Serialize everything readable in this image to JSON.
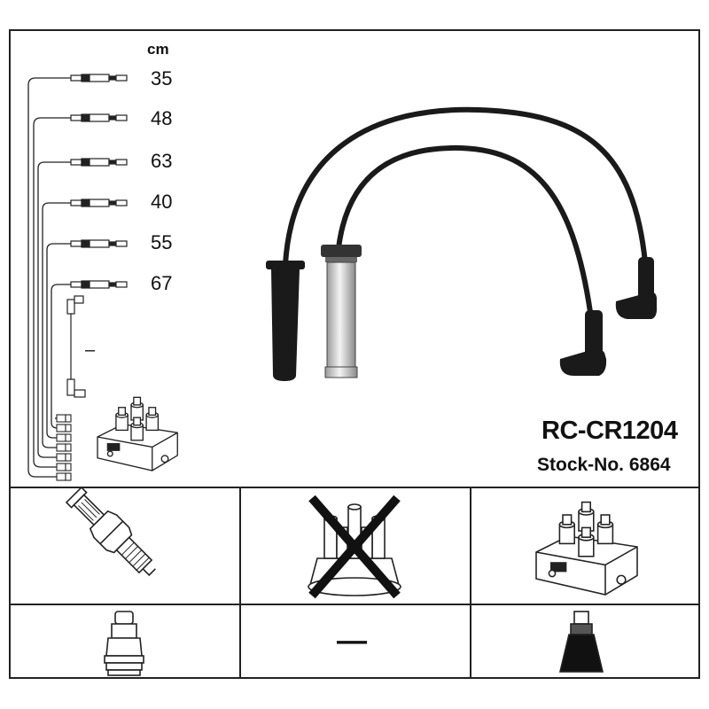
{
  "header": {
    "unit": "cm",
    "part_number": "RC-CR1204",
    "stock_number": "Stock-No. 6864"
  },
  "cables": [
    {
      "length": "35"
    },
    {
      "length": "48"
    },
    {
      "length": "63"
    },
    {
      "length": "40"
    },
    {
      "length": "55"
    },
    {
      "length": "67"
    }
  ],
  "coil_lead_label": "–",
  "compatibility": {
    "row1": [
      {
        "icon": "spark-plug-icon"
      },
      {
        "icon": "distributor-cap-crossed-icon"
      },
      {
        "icon": "ignition-coil-icon"
      }
    ],
    "row2": [
      {
        "icon": "plug-connector-boot-icon"
      },
      {
        "label": "—"
      },
      {
        "icon": "coil-connector-boot-icon"
      }
    ]
  }
}
